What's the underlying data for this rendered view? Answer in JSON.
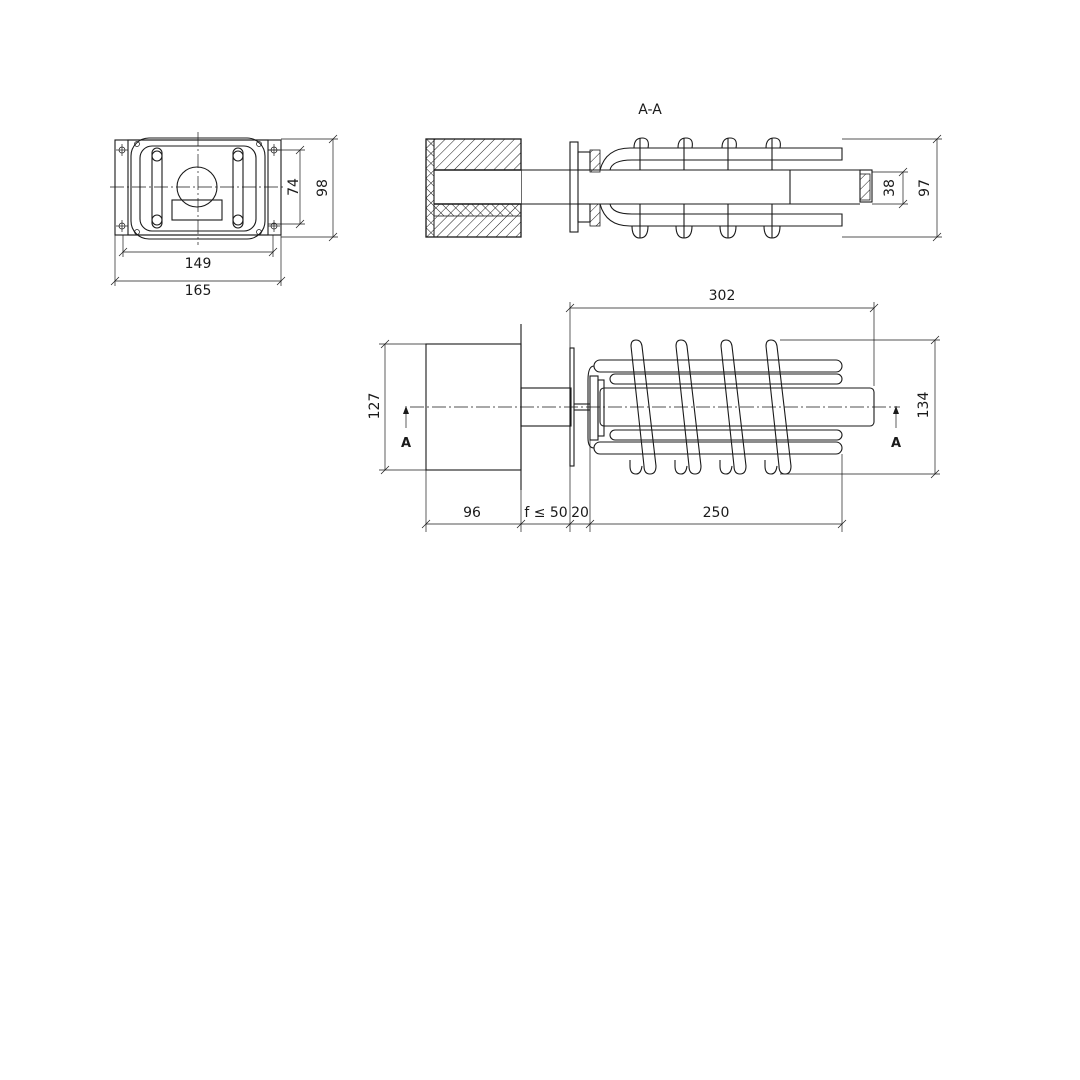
{
  "section_title": "A-A",
  "dimensions": {
    "front_width_outer": "165",
    "front_width_inner": "149",
    "front_height_inner": "74",
    "front_height_outer": "98",
    "section_total_height": "97",
    "section_tube_diameter": "38",
    "side_total_length": "302",
    "side_block_height": "127",
    "side_coil_height": "134",
    "side_block_length": "96",
    "side_gap": "f ≤ 50",
    "side_flange": "20",
    "side_coil_length": "250"
  },
  "section_marker_left": "A",
  "section_marker_right": "A"
}
